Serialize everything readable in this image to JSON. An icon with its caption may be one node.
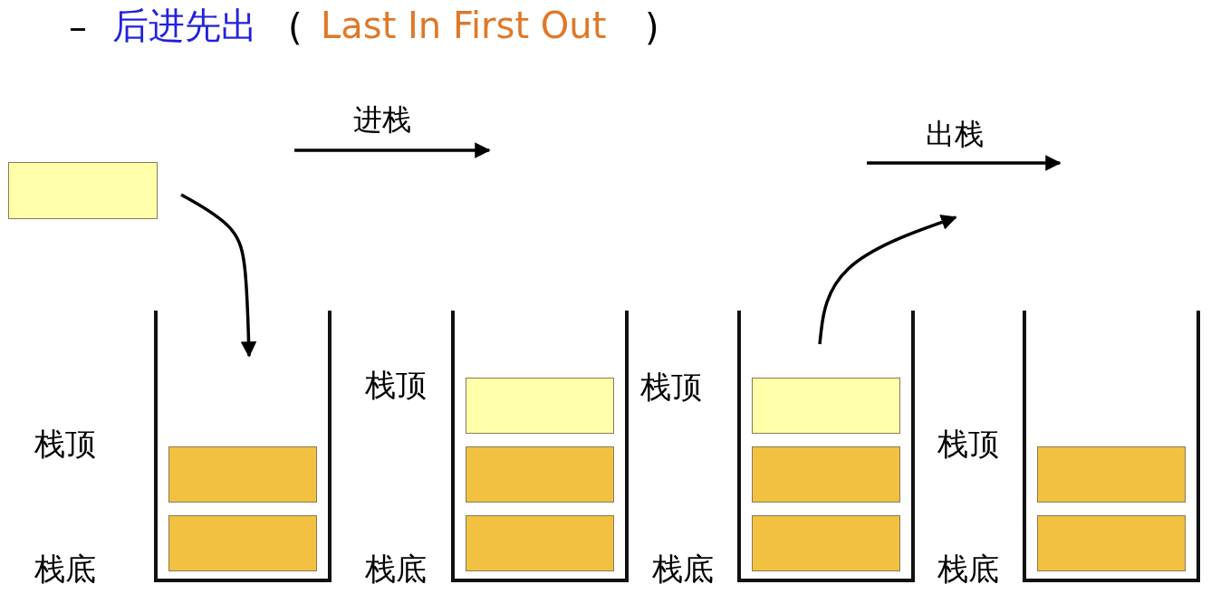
{
  "diagram": {
    "nodes": [
      {
        "text": [],
        "shape": "box"
      },
      {
        "text": [],
        "shape": "container"
      },
      {
        "text": [],
        "shape": "box",
        "in": 1
      },
      {
        "text": [],
        "shape": "box",
        "in": 1
      },
      {
        "text": [],
        "shape": "container"
      },
      {
        "text": [],
        "shape": "box",
        "in": 4
      },
      {
        "text": [],
        "shape": "box",
        "in": 4
      },
      {
        "text": [],
        "shape": "box",
        "in": 4
      },
      {
        "text": [],
        "shape": "container"
      },
      {
        "text": [],
        "shape": "box",
        "in": 8
      },
      {
        "text": [],
        "shape": "box",
        "in": 8
      },
      {
        "text": [],
        "shape": "box",
        "in": 8
      },
      {
        "text": [],
        "shape": "container"
      },
      {
        "text": [],
        "shape": "box",
        "in": 12
      },
      {
        "text": [],
        "shape": "box",
        "in": 12
      }
    ],
    "edges": [
      {
        "from": 0,
        "to": 1,
        "arrow": "to"
      },
      {
        "from": 8,
        "to": null,
        "arrow": "to"
      }
    ],
    "labels": [
      "–",
      "后进先出",
      "(",
      "Last In First Out",
      ")",
      "进栈",
      "出栈",
      "栈顶",
      "栈顶",
      "栈顶",
      "栈顶",
      "栈底",
      "栈底",
      "栈底",
      "栈底"
    ]
  }
}
